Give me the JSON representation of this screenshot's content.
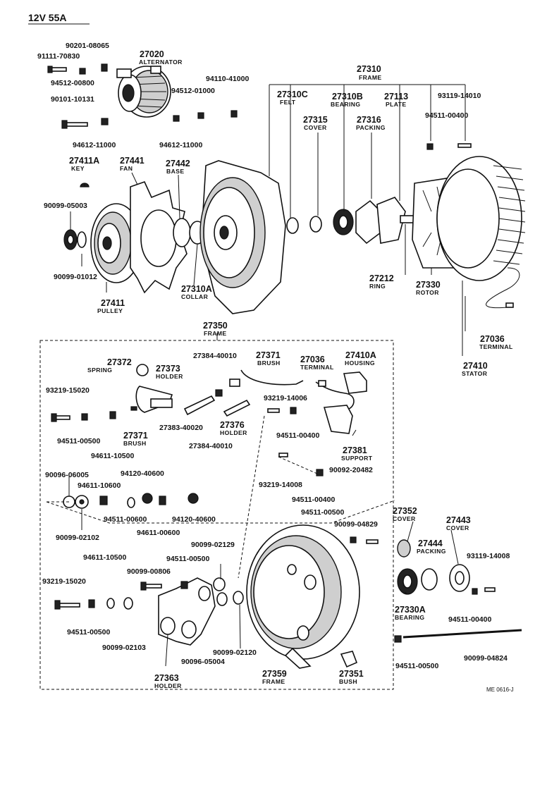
{
  "title": "12V 55A",
  "code": "ME 0616-J",
  "labels": {
    "p90201_08065": "90201-08065",
    "p91111_70830": "91111-70830",
    "p27020": "27020",
    "p27020_name": "ALTERNATOR",
    "p94512_00800": "94512-00800",
    "p90101_10131": "90101-10131",
    "p94612_11000a": "94612-11000",
    "p94612_11000b": "94612-11000",
    "p94512_01000": "94512-01000",
    "p94110_41000": "94110-41000",
    "p27310": "27310",
    "p27310_name": "FRAME",
    "p27310C": "27310C",
    "p27310C_name": "FELT",
    "p27310B": "27310B",
    "p27310B_name": "BEARING",
    "p27113": "27113",
    "p27113_name": "PLATE",
    "p93119_14010": "93119-14010",
    "p27315": "27315",
    "p27315_name": "COVER",
    "p27316": "27316",
    "p27316_name": "PACKING",
    "p94511_00400a": "94511-00400",
    "p27411A": "27411A",
    "p27411A_name": "KEY",
    "p27441": "27441",
    "p27441_name": "FAN",
    "p27442": "27442",
    "p27442_name": "BASE",
    "p90099_05003": "90099-05003",
    "p90099_01012": "90099-01012",
    "p27411": "27411",
    "p27411_name": "PULLEY",
    "p27310A": "27310A",
    "p27310A_name": "COLLAR",
    "p27212": "27212",
    "p27212_name": "RING",
    "p27330": "27330",
    "p27330_name": "ROTOR",
    "p27036a": "27036",
    "p27036a_name": "TERMINAL",
    "p27410": "27410",
    "p27410_name": "STATOR",
    "p27350": "27350",
    "p27350_name": "FRAME",
    "p27372": "27372",
    "p27372_name": "SPRING",
    "p27373": "27373",
    "p27373_name": "HOLDER",
    "p27384_40010a": "27384-40010",
    "p27371a": "27371",
    "p27371a_name": "BRUSH",
    "p27036b": "27036",
    "p27036b_name": "TERMINAL",
    "p27410A": "27410A",
    "p27410A_name": "HOUSING",
    "p93219_15020a": "93219-15020",
    "p93219_14006": "93219-14006",
    "p94511_00500a": "94511-00500",
    "p27371b": "27371",
    "p27371b_name": "BRUSH",
    "p94611_10500a": "94611-10500",
    "p27383_40020": "27383-40020",
    "p27376": "27376",
    "p27376_name": "HOLDER",
    "p27384_40010b": "27384-40010",
    "p94511_00400b": "94511-00400",
    "p27381": "27381",
    "p27381_name": "SUPPORT",
    "p90096_06005": "90096-06005",
    "p94120_40600a": "94120-40600",
    "p94611_10600": "94611-10600",
    "p93219_14008a": "93219-14008",
    "p90092_20482": "90092-20482",
    "p94511_00400c": "94511-00400",
    "p94511_00600": "94511-00600",
    "p94611_00600": "94611-00600",
    "p94120_40600b": "94120-40600",
    "p94511_00500b": "94511-00500",
    "p90099_02102": "90099-02102",
    "p90099_04829": "90099-04829",
    "p27352": "27352",
    "p27352_name": "COVER",
    "p27443": "27443",
    "p27443_name": "COVER",
    "p27444": "27444",
    "p27444_name": "PACKING",
    "p93119_14008b": "93119-14008",
    "p94611_10500b": "94611-10500",
    "p94511_00500c": "94511-00500",
    "p90099_02129": "90099-02129",
    "p90099_00806": "90099-00806",
    "p93219_15020b": "93219-15020",
    "p27330A": "27330A",
    "p27330A_name": "BEARING",
    "p94511_00400d": "94511-00400",
    "p94511_00500d": "94511-00500",
    "p90099_02103": "90099-02103",
    "p90096_05004": "90096-05004",
    "p90099_02120": "90099-02120",
    "p27363": "27363",
    "p27363_name": "HOLDER",
    "p27359": "27359",
    "p27359_name": "FRAME",
    "p27351": "27351",
    "p27351_name": "BUSH",
    "p94511_00500e": "94511-00500",
    "p90099_04824": "90099-04824"
  }
}
